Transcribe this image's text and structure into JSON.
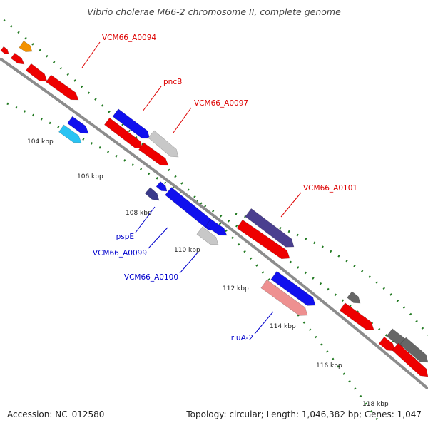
{
  "title": "Vibrio cholerae M66-2 chromosome II, complete genome",
  "footer": {
    "accession": "Accession: NC_012580",
    "summary": "Topology: circular; Length: 1,046,382 bp; Genes: 1,047"
  },
  "colors": {
    "backbone": "#8c8c8c",
    "ticks": "#227a22",
    "label_forward": "#dd0000",
    "label_reverse": "#0000cc"
  },
  "kbp_labels": [
    {
      "id": "104",
      "text": "104 kbp"
    },
    {
      "id": "106",
      "text": "106 kbp"
    },
    {
      "id": "108",
      "text": "108 kbp"
    },
    {
      "id": "110",
      "text": "110 kbp"
    },
    {
      "id": "112",
      "text": "112 kbp"
    },
    {
      "id": "114",
      "text": "114 kbp"
    },
    {
      "id": "116",
      "text": "116 kbp"
    },
    {
      "id": "118",
      "text": "118 kbp"
    }
  ],
  "gene_labels": [
    {
      "id": "VCM66_A0094",
      "text": "VCM66_A0094",
      "strand": "forward"
    },
    {
      "id": "pncB",
      "text": "pncB",
      "strand": "forward"
    },
    {
      "id": "VCM66_A0097",
      "text": "VCM66_A0097",
      "strand": "forward"
    },
    {
      "id": "VCM66_A0101",
      "text": "VCM66_A0101",
      "strand": "forward"
    },
    {
      "id": "pspE",
      "text": "pspE",
      "strand": "reverse"
    },
    {
      "id": "VCM66_A0099",
      "text": "VCM66_A0099",
      "strand": "reverse"
    },
    {
      "id": "VCM66_A0100",
      "text": "VCM66_A0100",
      "strand": "reverse"
    },
    {
      "id": "rluA-2",
      "text": "rluA-2",
      "strand": "reverse"
    }
  ],
  "features": [
    {
      "id": "f1",
      "fill": "#ee0000"
    },
    {
      "id": "f2",
      "fill": "#f39200"
    },
    {
      "id": "f3",
      "fill": "#ee0000"
    },
    {
      "id": "f4",
      "fill": "#ee0000"
    },
    {
      "id": "f5",
      "fill": "#ee0000"
    },
    {
      "id": "f6",
      "fill": "#1010ee"
    },
    {
      "id": "f7",
      "fill": "#29c3f3"
    },
    {
      "id": "f8",
      "fill": "#1010ee"
    },
    {
      "id": "f9",
      "fill": "#c8c8c8"
    },
    {
      "id": "f10",
      "fill": "#ee0000"
    },
    {
      "id": "f11",
      "fill": "#ee0000"
    },
    {
      "id": "f12",
      "fill": "#3a3a8a"
    },
    {
      "id": "f13",
      "fill": "#1010ee"
    },
    {
      "id": "f14",
      "fill": "#1010ee"
    },
    {
      "id": "f15",
      "fill": "#1010ee"
    },
    {
      "id": "f16",
      "fill": "#c8c8c8"
    },
    {
      "id": "f17",
      "fill": "#4a3f8f"
    },
    {
      "id": "f18",
      "fill": "#ee0000"
    },
    {
      "id": "f19",
      "fill": "#1010ee"
    },
    {
      "id": "f20",
      "fill": "#ee9090"
    },
    {
      "id": "f21",
      "fill": "#666666"
    },
    {
      "id": "f22",
      "fill": "#ee0000"
    },
    {
      "id": "f23",
      "fill": "#666666"
    },
    {
      "id": "f24",
      "fill": "#ee0000"
    },
    {
      "id": "f25",
      "fill": "#666666"
    },
    {
      "id": "f26",
      "fill": "#ee0000"
    }
  ]
}
